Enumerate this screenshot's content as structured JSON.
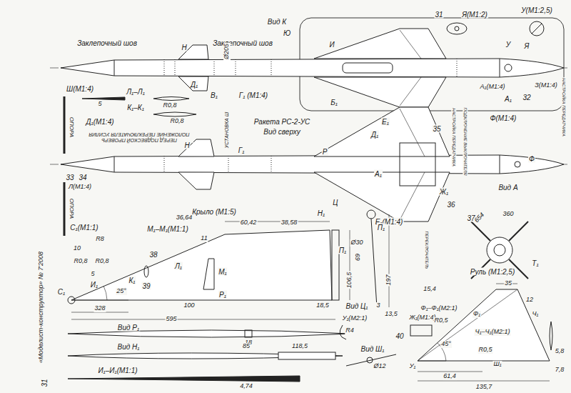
{
  "diagram": {
    "labels": [
      "Заклепочный шов",
      "Н",
      "Заклепочный шов",
      "Вид К",
      "Ю",
      "И",
      "31",
      "Я(М1:2)",
      "У(М1:2,5)",
      "У",
      "Я",
      "З(М1:4)",
      "32",
      "А₁(М1:4)",
      "А₁",
      "Ø205",
      "Б₁",
      "В₁",
      "Г₁ (М1:4)",
      "Д₁",
      "Ш(М1:4)",
      "5",
      "Л₁–Л₁",
      "R0,8",
      "К₁–К₁",
      "R0,8",
      "Д₁(М1:4)",
      "ПЕРЕД ПОДВЕСКОЙ ПРОВЕРЬ ПОЛОЖЕНИЕ ПЕРЕКЛЮЧАТЕЛЯ УСИЛИЯ",
      "УСТАНОВКА Ш",
      "Ракета РС-2-УС",
      "Вид сверху",
      "ОПОРА",
      "Н",
      "Г₁",
      "33",
      "34",
      "Р",
      "Е₁",
      "Д₁",
      "35",
      "НАСТРОЙКА ПЕРЕДАТЧИКА",
      "ПОДКЛЮЧЕНИЕ ВЫКЛЮЧАТЕЛЯ",
      "Ф(М1:4)",
      "Ф",
      "А₁",
      "Ц",
      "Ж₁",
      "36",
      "Е₁(М1:4)",
      "37",
      "Вид А",
      "654",
      "360",
      "Т₁",
      "Руль (М1:2,5)",
      "36,64",
      "Крыло (М1:5)",
      "60,42",
      "38,58",
      "Н₁",
      "П₁",
      "Ø30",
      "С₁(М1:1)",
      "R8",
      "10",
      "М₁–М₁(М1:1)",
      "11",
      "R0,8",
      "R0,8",
      "5",
      "И₁",
      "К₁",
      "38",
      "Л₁",
      "39",
      "С₁",
      "25°",
      "М₁",
      "69",
      "106,5",
      "197",
      "П₁",
      "Р₁",
      "18,5",
      "Вид Ц₁",
      "3",
      "13,5",
      "328",
      "100",
      "595",
      "Вид Р₁",
      "18",
      "Вид Н₁",
      "85",
      "118,5",
      "И₁–И₁(М1:1)",
      "4,74",
      "У₁(М2:1)",
      "R4",
      "Ж₁(М1:4)",
      "40",
      "Вид Ш₁",
      "Ø12",
      "15,4",
      "35",
      "12",
      "Ф₁–Ф₁(М2:1)",
      "Ф₁",
      "R0,5",
      "Ч₁",
      "Ч₁–Ч₁(М2:1)",
      "45°",
      "R0,5",
      "5,8",
      "7,8",
      "Ш₁",
      "У₁",
      "61,4",
      "135,7",
      "«Моделист-конструктор» № 7'2008",
      "31",
      "ОПОРА",
      "Л(М1:4)",
      "ПЕРЕКЛЮЧАТЕЛЬ",
      "НАСТРОЙКА ПЕРЕДАТЧИКА"
    ]
  }
}
